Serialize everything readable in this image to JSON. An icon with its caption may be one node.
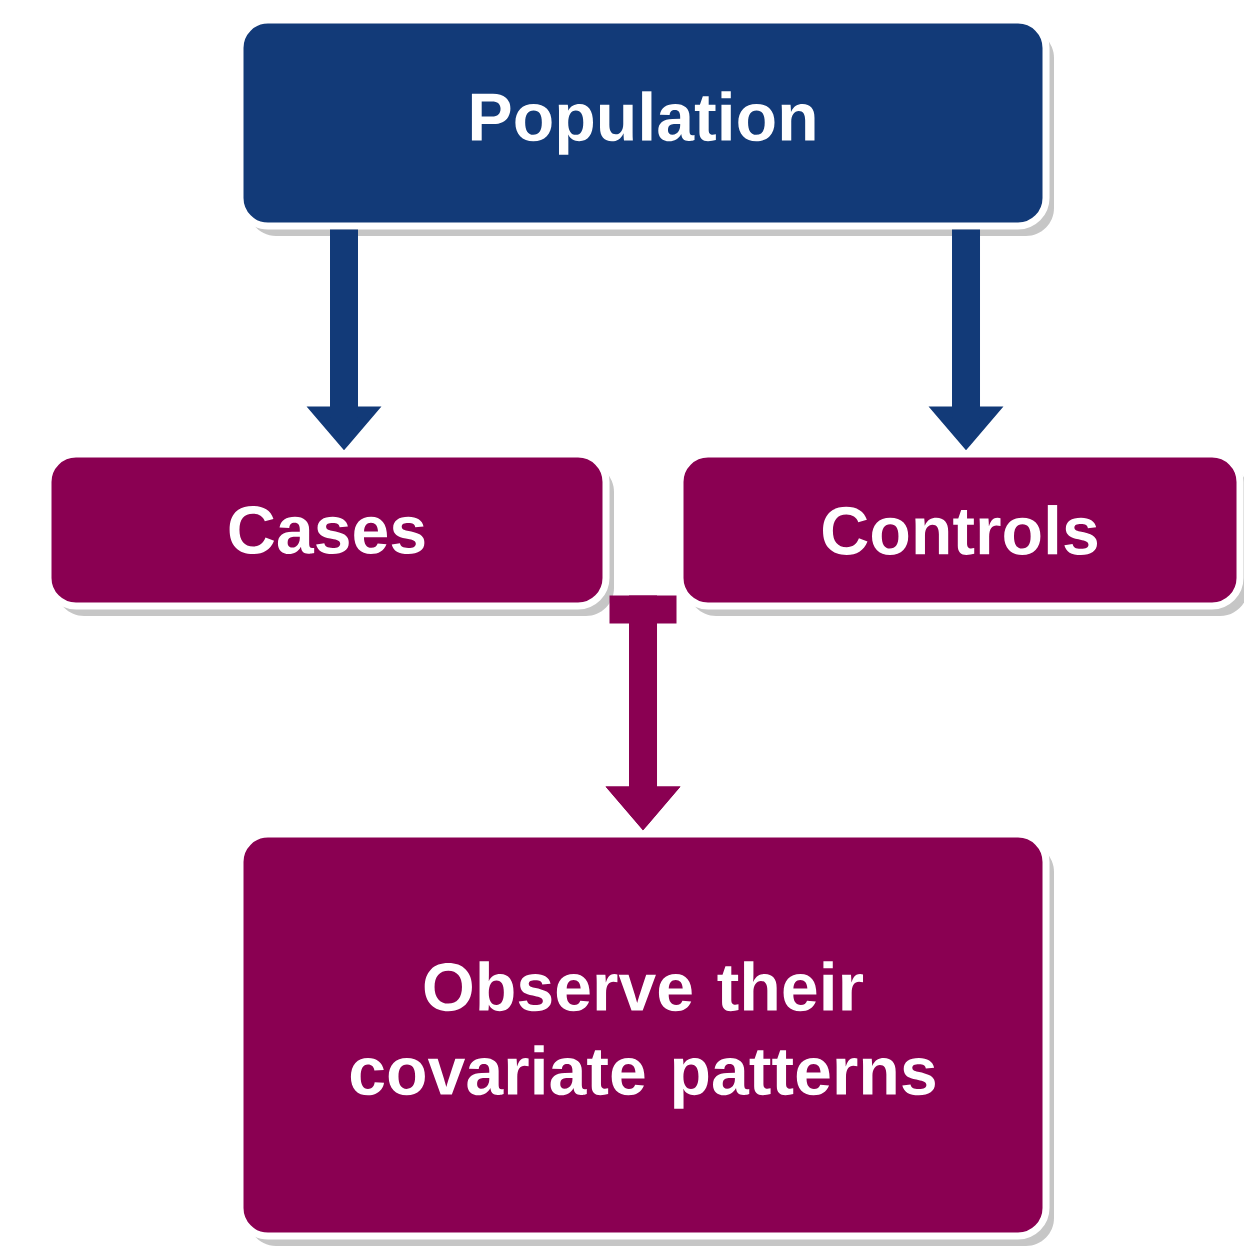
{
  "diagram": {
    "nodes": [
      {
        "text": [
          "Population"
        ]
      },
      {
        "text": [
          "Cases"
        ]
      },
      {
        "text": [
          "Controls"
        ]
      },
      {
        "text": [
          "Observe their covariate patterns"
        ]
      }
    ],
    "edges": [
      {
        "from": 0,
        "to": 1,
        "arrow": "to",
        "color": "#123a78"
      },
      {
        "from": 0,
        "to": 2,
        "arrow": "to",
        "color": "#123a78"
      },
      {
        "from": 1,
        "to": 3,
        "arrow": "to",
        "color": "#8a0052"
      },
      {
        "from": 2,
        "to": 3,
        "arrow": "to",
        "color": "#8a0052"
      }
    ]
  }
}
